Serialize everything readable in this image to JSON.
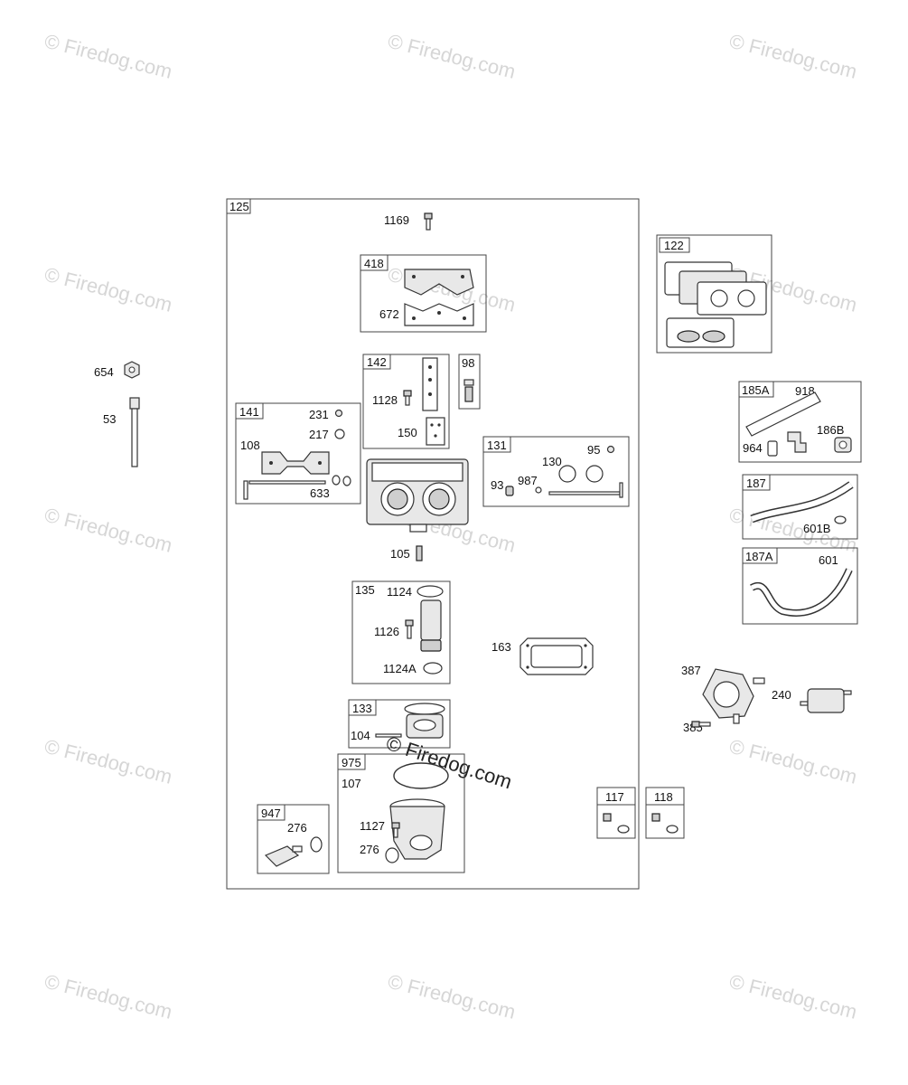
{
  "watermark": {
    "text": "Firedog.com",
    "symbol": "©"
  },
  "boxes": {
    "b125": "125",
    "b418": "418",
    "b122": "122",
    "b142": "142",
    "b98": "98",
    "b141": "141",
    "b131": "131",
    "b185a": "185A",
    "b187": "187",
    "b187a": "187A",
    "b135": "135",
    "b133": "133",
    "b975": "975",
    "b947": "947",
    "b117": "117",
    "b118": "118"
  },
  "labels": {
    "p1169": "1169",
    "p672": "672",
    "p654": "654",
    "p53": "53",
    "p1128": "1128",
    "p150": "150",
    "p231": "231",
    "p217": "217",
    "p108": "108",
    "p633": "633",
    "p130": "130",
    "p95": "95",
    "p93": "93",
    "p987": "987",
    "p918": "918",
    "p964": "964",
    "p186b": "186B",
    "p601b": "601B",
    "p601": "601",
    "p105": "105",
    "p1124": "1124",
    "p1126": "1126",
    "p1124a": "1124A",
    "p163": "163",
    "p387": "387",
    "p240": "240",
    "p385": "385",
    "p104": "104",
    "p107": "107",
    "p1127": "1127",
    "p276a": "276",
    "p276b": "276"
  }
}
